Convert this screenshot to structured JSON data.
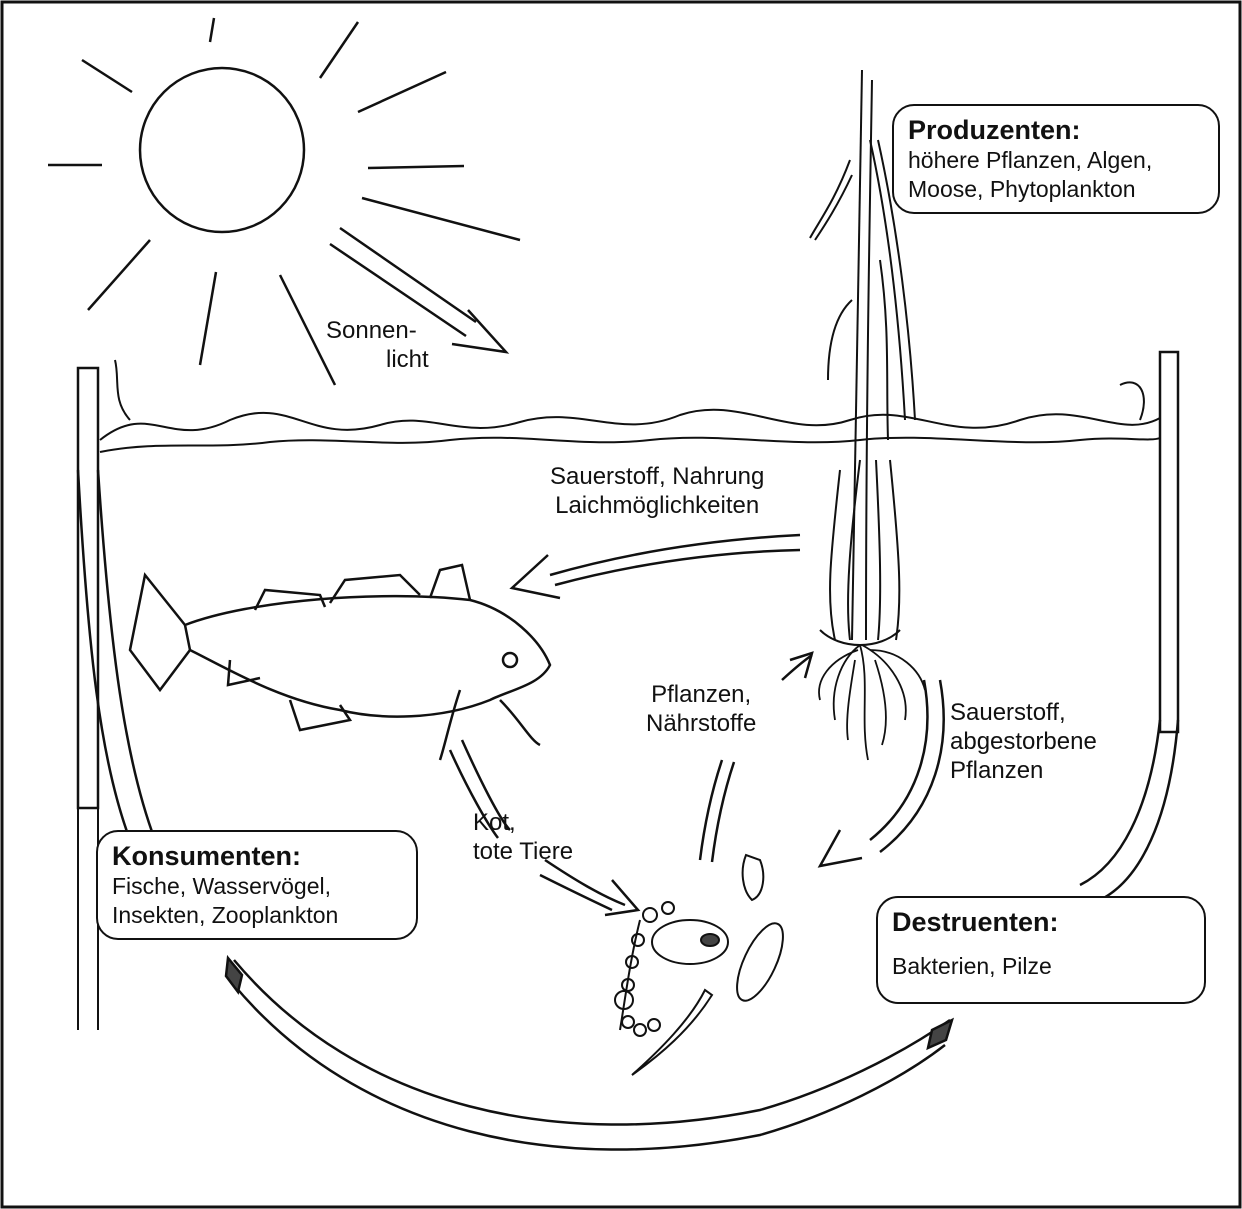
{
  "diagram": {
    "boxes": {
      "produzenten": {
        "title": "Produzenten:",
        "line1": "höhere Pflanzen, Algen,",
        "line2": "Moose, Phytoplankton"
      },
      "konsumenten": {
        "title": "Konsumenten:",
        "line1": "Fische, Wasservögel,",
        "line2": "Insekten, Zooplankton"
      },
      "destruenten": {
        "title": "Destruenten:",
        "line1": "Bakterien, Pilze"
      }
    },
    "flows": {
      "sonnenlicht": {
        "line1": "Sonnen-",
        "line2": "licht"
      },
      "plants_to_fish": {
        "line1": "Sauerstoff, Nahrung",
        "line2": "Laichmöglichkeiten"
      },
      "decomposers_to_plants": {
        "line1": "Pflanzen,",
        "line2": "Nährstoffe"
      },
      "plants_to_decomposers": {
        "line1": "Sauerstoff,",
        "line2": "abgestorbene",
        "line3": "Pflanzen"
      },
      "fish_to_decomposers": {
        "line1": "Kot,",
        "line2": "tote Tiere"
      }
    }
  }
}
